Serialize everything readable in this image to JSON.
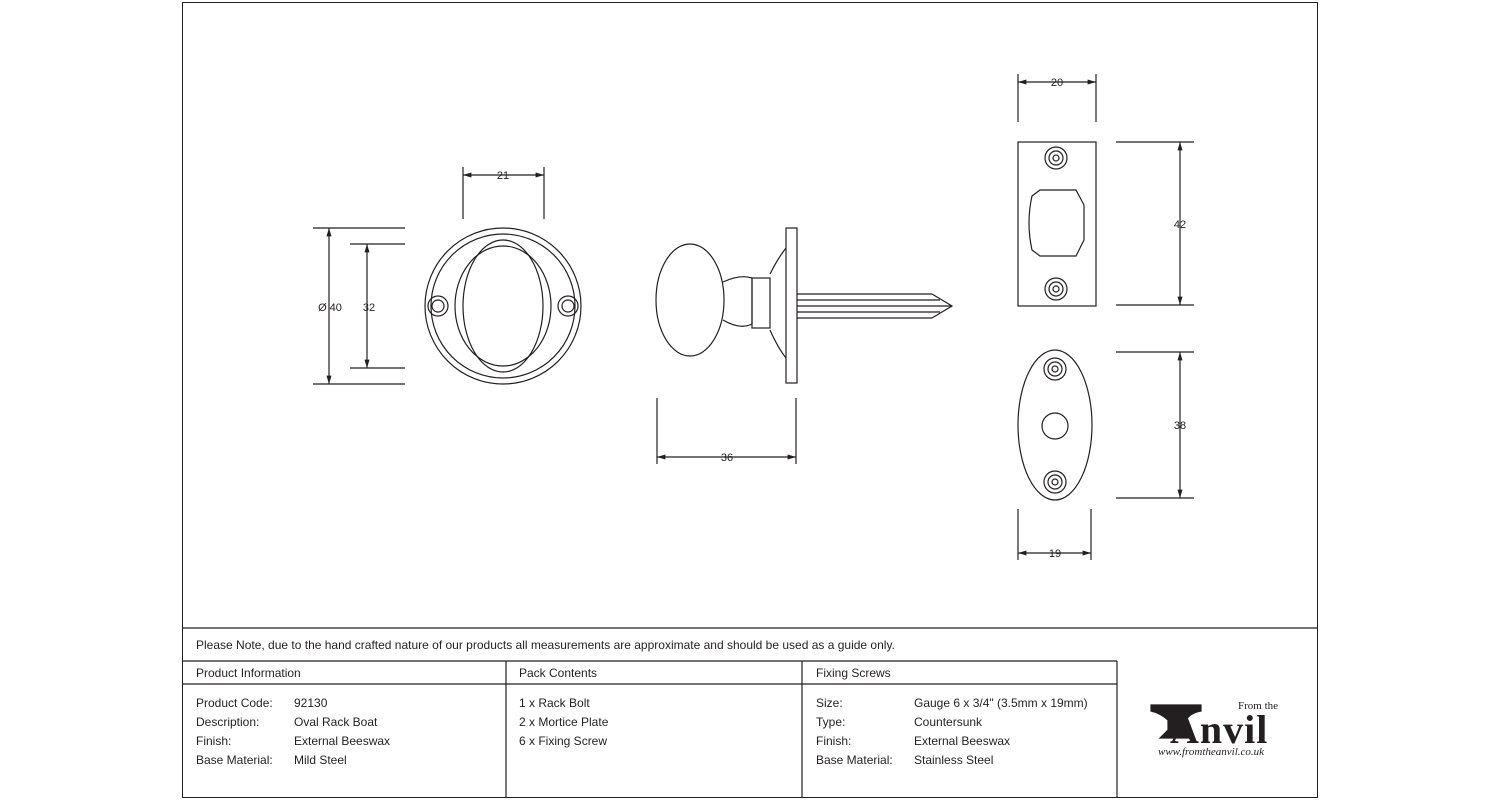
{
  "note": "Please Note, due to the hand crafted nature of our products all measurements are approximate and should be used as a guide only.",
  "dimensions": {
    "rose_width": "21",
    "rose_diameter": "Ø 40",
    "rose_inner": "32",
    "bolt_length": "36",
    "plate_width": "20",
    "plate_height": "42",
    "oval_plate_height": "38",
    "oval_plate_width": "19"
  },
  "product_information": {
    "heading": "Product Information",
    "rows": [
      {
        "label": "Product Code:",
        "value": "92130"
      },
      {
        "label": "Description:",
        "value": "Oval Rack Boat"
      },
      {
        "label": "Finish:",
        "value": "External Beeswax"
      },
      {
        "label": "Base Material:",
        "value": "Mild Steel"
      }
    ]
  },
  "pack_contents": {
    "heading": "Pack Contents",
    "items": [
      "1 x Rack Bolt",
      "2 x Mortice Plate",
      "6 x Fixing Screw"
    ]
  },
  "fixing_screws": {
    "heading": "Fixing Screws",
    "rows": [
      {
        "label": "Size:",
        "value": "Gauge 6 x 3/4\" (3.5mm x 19mm)"
      },
      {
        "label": "Type:",
        "value": "Countersunk"
      },
      {
        "label": "Finish:",
        "value": "External Beeswax"
      },
      {
        "label": "Base Material:",
        "value": "Stainless Steel"
      }
    ]
  },
  "logo": {
    "from_the": "From the",
    "brand": "Anvil",
    "url": "www.fromtheanvil.co.uk"
  }
}
